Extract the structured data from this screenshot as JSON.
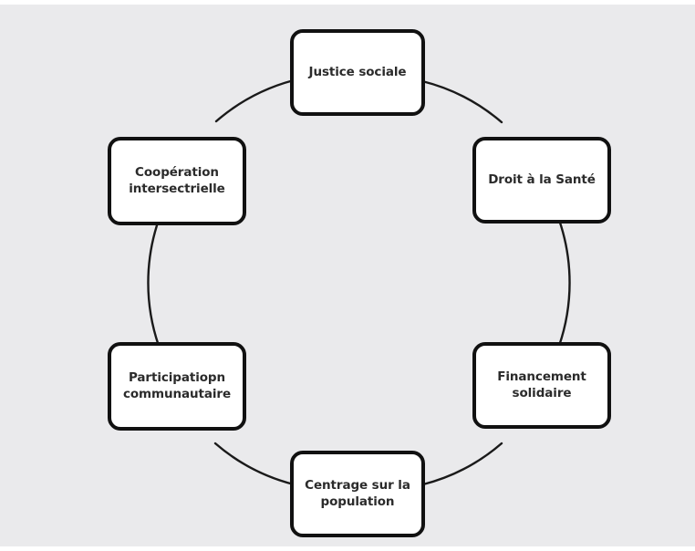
{
  "figure": {
    "type": "cycle-diagram",
    "background_color": "#eaeaec",
    "page_color": "#ffffff",
    "node_fill": "#ffffff",
    "node_border_color": "#111111",
    "text_color": "#2b2b2b",
    "connector_color": "#1a1a1a",
    "node_count": 6
  },
  "nodes": [
    {
      "id": "justice-sociale",
      "label": "Justice sociale",
      "position": "top"
    },
    {
      "id": "droit-a-la-sante",
      "label": "Droit à la Santé",
      "position": "top-right"
    },
    {
      "id": "financement-solidaire",
      "label": "Financement\nsolidaire",
      "position": "bottom-right"
    },
    {
      "id": "centrage-sur-la-population",
      "label": "Centrage sur la\npopulation",
      "position": "bottom"
    },
    {
      "id": "participation-communautaire",
      "label": "Participatiopn\ncommunautaire",
      "position": "bottom-left"
    },
    {
      "id": "cooperation-intersectrielle",
      "label": "Coopération\nintersectrielle",
      "position": "top-left"
    }
  ],
  "connectors": [
    {
      "from": "cooperation-intersectrielle",
      "to": "justice-sociale"
    },
    {
      "from": "justice-sociale",
      "to": "droit-a-la-sante"
    },
    {
      "from": "droit-a-la-sante",
      "to": "financement-solidaire"
    },
    {
      "from": "financement-solidaire",
      "to": "centrage-sur-la-population"
    },
    {
      "from": "centrage-sur-la-population",
      "to": "participation-communautaire"
    },
    {
      "from": "participation-communautaire",
      "to": "cooperation-intersectrielle"
    }
  ]
}
